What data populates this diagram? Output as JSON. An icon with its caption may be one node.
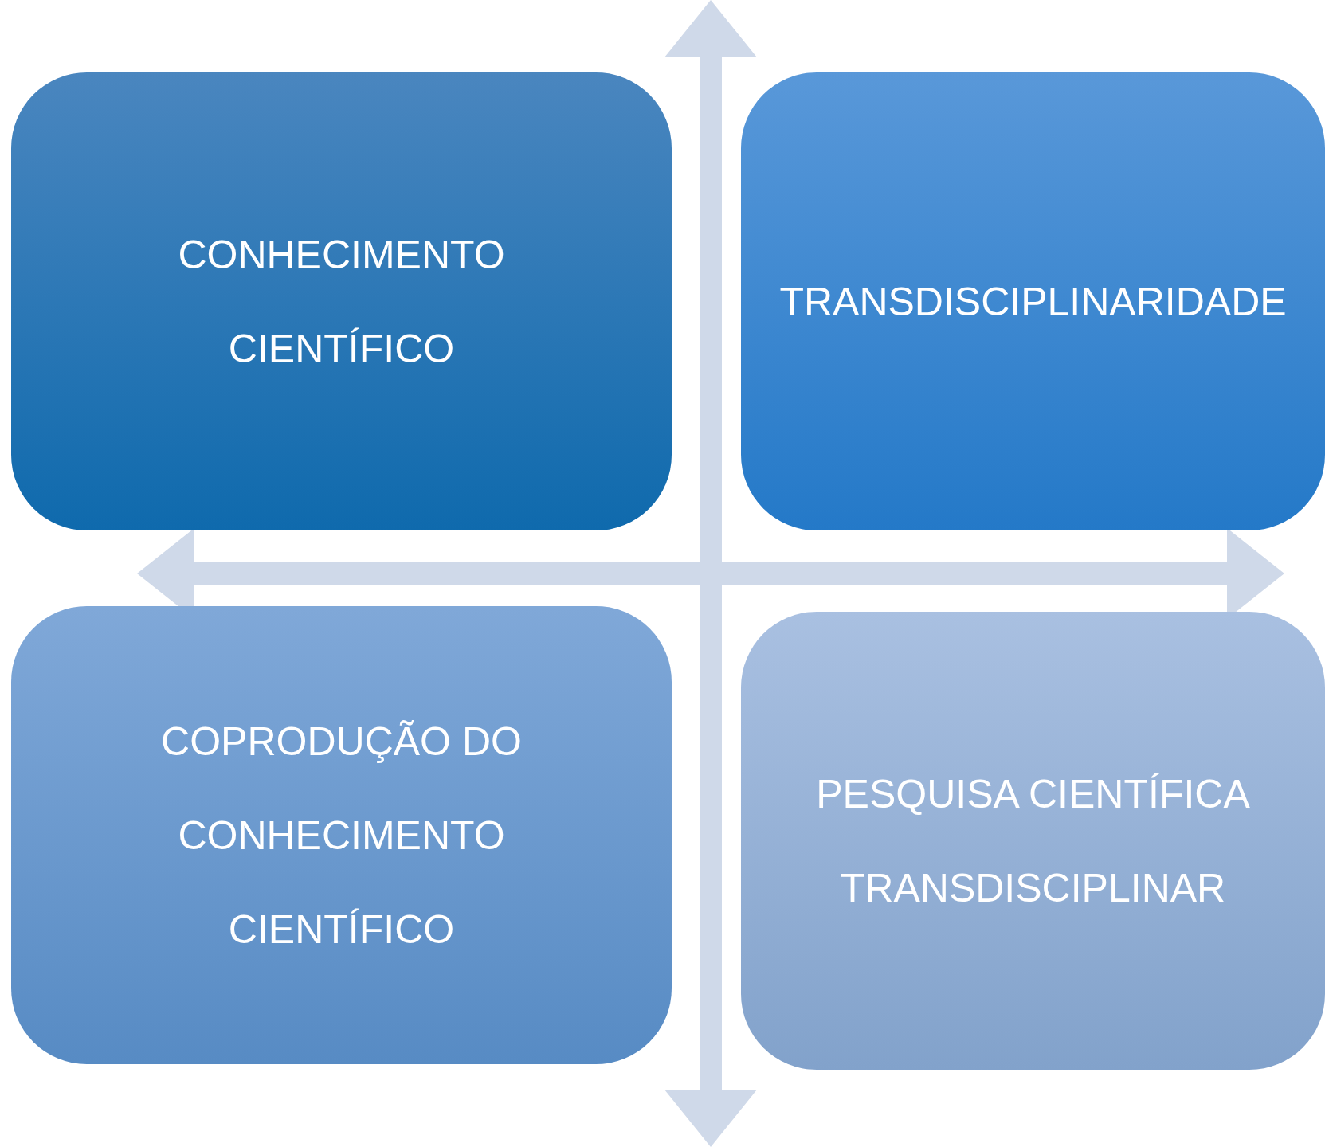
{
  "diagram": {
    "nodes": [
      {
        "text": [
          "CONHECIMENTO CIENTÍFICO"
        ]
      },
      {
        "text": [
          "TRANSDISCIPLINARIDADE"
        ]
      },
      {
        "text": [
          "COPRODUÇÃO DO CONHECIMENTO CIENTÍFICO"
        ]
      },
      {
        "text": [
          "PESQUISA CIENTÍFICA TRANSDISCIPLINAR"
        ]
      }
    ]
  }
}
